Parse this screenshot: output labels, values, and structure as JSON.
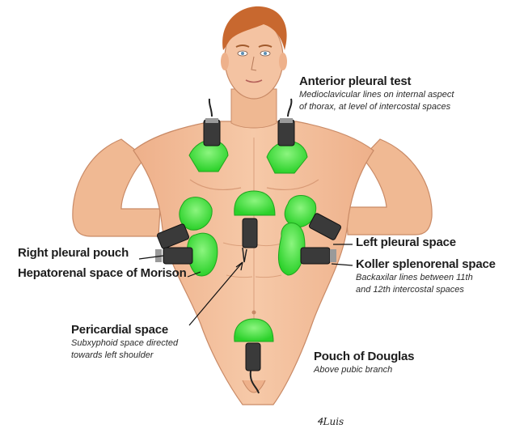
{
  "labels": {
    "anterior_pleural": {
      "title": "Anterior pleural test",
      "desc_1": "Medioclavicular lines on internal aspect",
      "desc_2": "of thorax, at level of intercostal spaces"
    },
    "right_pleural_pouch": {
      "title": "Right pleural pouch"
    },
    "hepatorenal": {
      "title": "Hepatorenal space of Morison"
    },
    "left_pleural": {
      "title": "Left pleural space"
    },
    "koller": {
      "title": "Koller splenorenal space",
      "desc_1": "Backaxilar lines between 11th",
      "desc_2": "and 12th intercostal spaces"
    },
    "pericardial": {
      "title": "Pericardial space",
      "desc_1": "Subxyphoid space directed",
      "desc_2": "towards left shoulder"
    },
    "douglas": {
      "title": "Pouch of Douglas",
      "desc_1": "Above pubic branch"
    }
  },
  "signature": "ᏎLuis",
  "colors": {
    "skin": "#f3bf9c",
    "skin_shadow": "#e6a783",
    "hair": "#c8682f",
    "probe_beam": "#3ee03a",
    "probe_body": "#3a3a3a",
    "probe_cap": "#9a9a9a"
  }
}
